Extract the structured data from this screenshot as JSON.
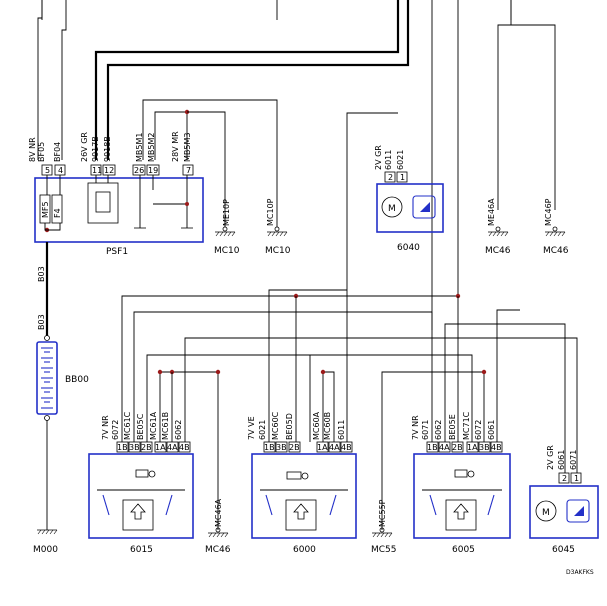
{
  "diagram": {
    "reference": "D3AKFKS",
    "grounds": [
      "M000",
      "MC10",
      "MC10",
      "MC46",
      "MC46",
      "MC46",
      "MC55"
    ],
    "ground_labels": [
      "ME10P",
      "MC10P",
      "ME46A",
      "MC46P",
      "MC46A",
      "MC55P"
    ],
    "psf1": {
      "name": "PSF1",
      "header": "8V NR",
      "header2": "26V GR",
      "header3": "28V MR",
      "wires": [
        "BF05",
        "BF04",
        "9017B",
        "9018B",
        "MB5M1",
        "MB5M2",
        "MB5M3"
      ],
      "pins": [
        "5",
        "4",
        "11",
        "12",
        "26",
        "19",
        "7"
      ],
      "fuse_labels": [
        "MF5",
        "F4"
      ]
    },
    "bb00": {
      "name": "BB00",
      "wire": "B03",
      "wire2": "B03"
    },
    "motor_6040": {
      "name": "6040",
      "header": "2V GR",
      "wires": [
        "6011",
        "6021"
      ],
      "pins": [
        "2",
        "1"
      ],
      "motor": "M"
    },
    "motor_6045": {
      "name": "6045",
      "header": "2V GR",
      "wires": [
        "6061",
        "6071"
      ],
      "pins": [
        "2",
        "1"
      ],
      "motor": "M"
    },
    "switch_6015": {
      "name": "6015",
      "header": "7V NR",
      "wires": [
        "6072",
        "MC61C",
        "BE05C",
        "MC61A",
        "MC61B",
        "6062"
      ],
      "pins": [
        "1B",
        "3B",
        "2B",
        "1A",
        "4A",
        "4B"
      ]
    },
    "switch_6000": {
      "name": "6000",
      "header": "7V VE",
      "wires": [
        "6021",
        "MC60C",
        "BE05D",
        "MC60A",
        "MC60B",
        "6011"
      ],
      "pins": [
        "1B",
        "3B",
        "2B",
        "1A",
        "4A",
        "4B"
      ]
    },
    "switch_6005": {
      "name": "6005",
      "header": "7V NR",
      "wires": [
        "6071",
        "6062",
        "BE05E",
        "MC71C",
        "6072",
        "6061"
      ],
      "pins": [
        "1B",
        "4A",
        "2B",
        "1A",
        "3B",
        "4B"
      ]
    }
  }
}
